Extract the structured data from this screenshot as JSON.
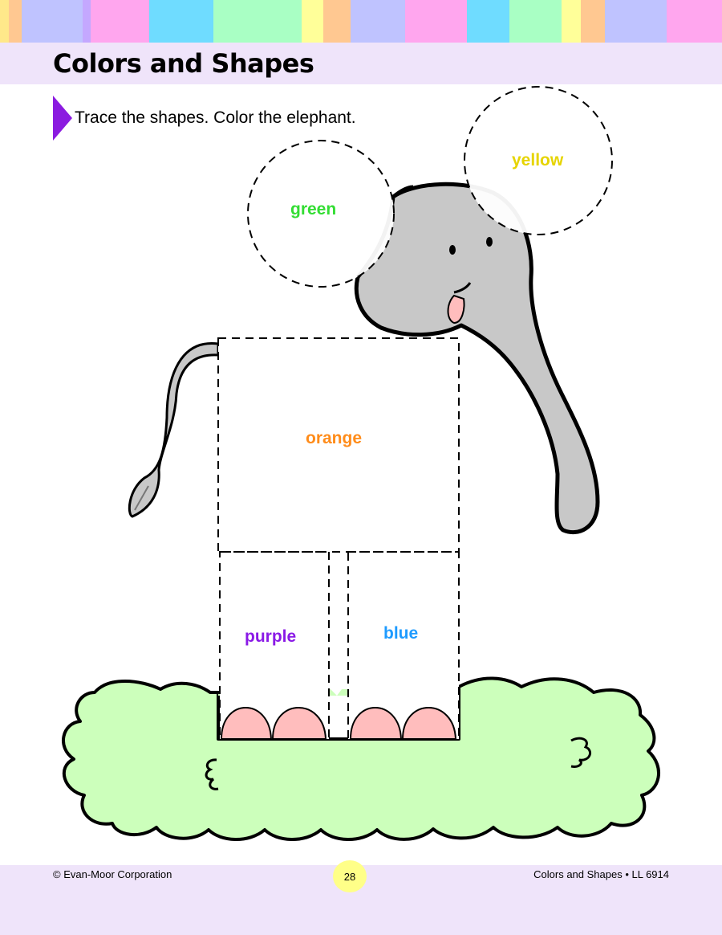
{
  "title": "Colors and Shapes",
  "instruction": "Trace the shapes. Color the elephant.",
  "colors": {
    "stripes": [
      "#ffe88a",
      "#ffc891",
      "#bfc3ff",
      "#c4a8ff",
      "#ffa6ee",
      "#ffa6ee",
      "#6fdcff",
      "#a9ffc4",
      "#a9ffc4",
      "#ffff99",
      "#ffc891",
      "#bfc3ff",
      "#bfc3ff",
      "#ffa6ee",
      "#6fdcff",
      "#a9ffc4",
      "#ffff99",
      "#ffc891",
      "#bfc3ff",
      "#bfc3ff",
      "#ffa6ee"
    ],
    "band": "#efe4fa",
    "elephant": "#c8c8c8",
    "grass": "#ccffbb",
    "toes": "#ffbdbd"
  },
  "shape_labels": {
    "green": {
      "text": "green",
      "color": "#33dd33"
    },
    "yellow": {
      "text": "yellow",
      "color": "#e6d400"
    },
    "orange": {
      "text": "orange",
      "color": "#ff8c1a"
    },
    "purple": {
      "text": "purple",
      "color": "#8a19e6"
    },
    "blue": {
      "text": "blue",
      "color": "#1e9bff"
    }
  },
  "footer": {
    "copyright": "© Evan-Moor Corporation",
    "page_number": "28",
    "book": "Colors and Shapes • LL 6914"
  }
}
